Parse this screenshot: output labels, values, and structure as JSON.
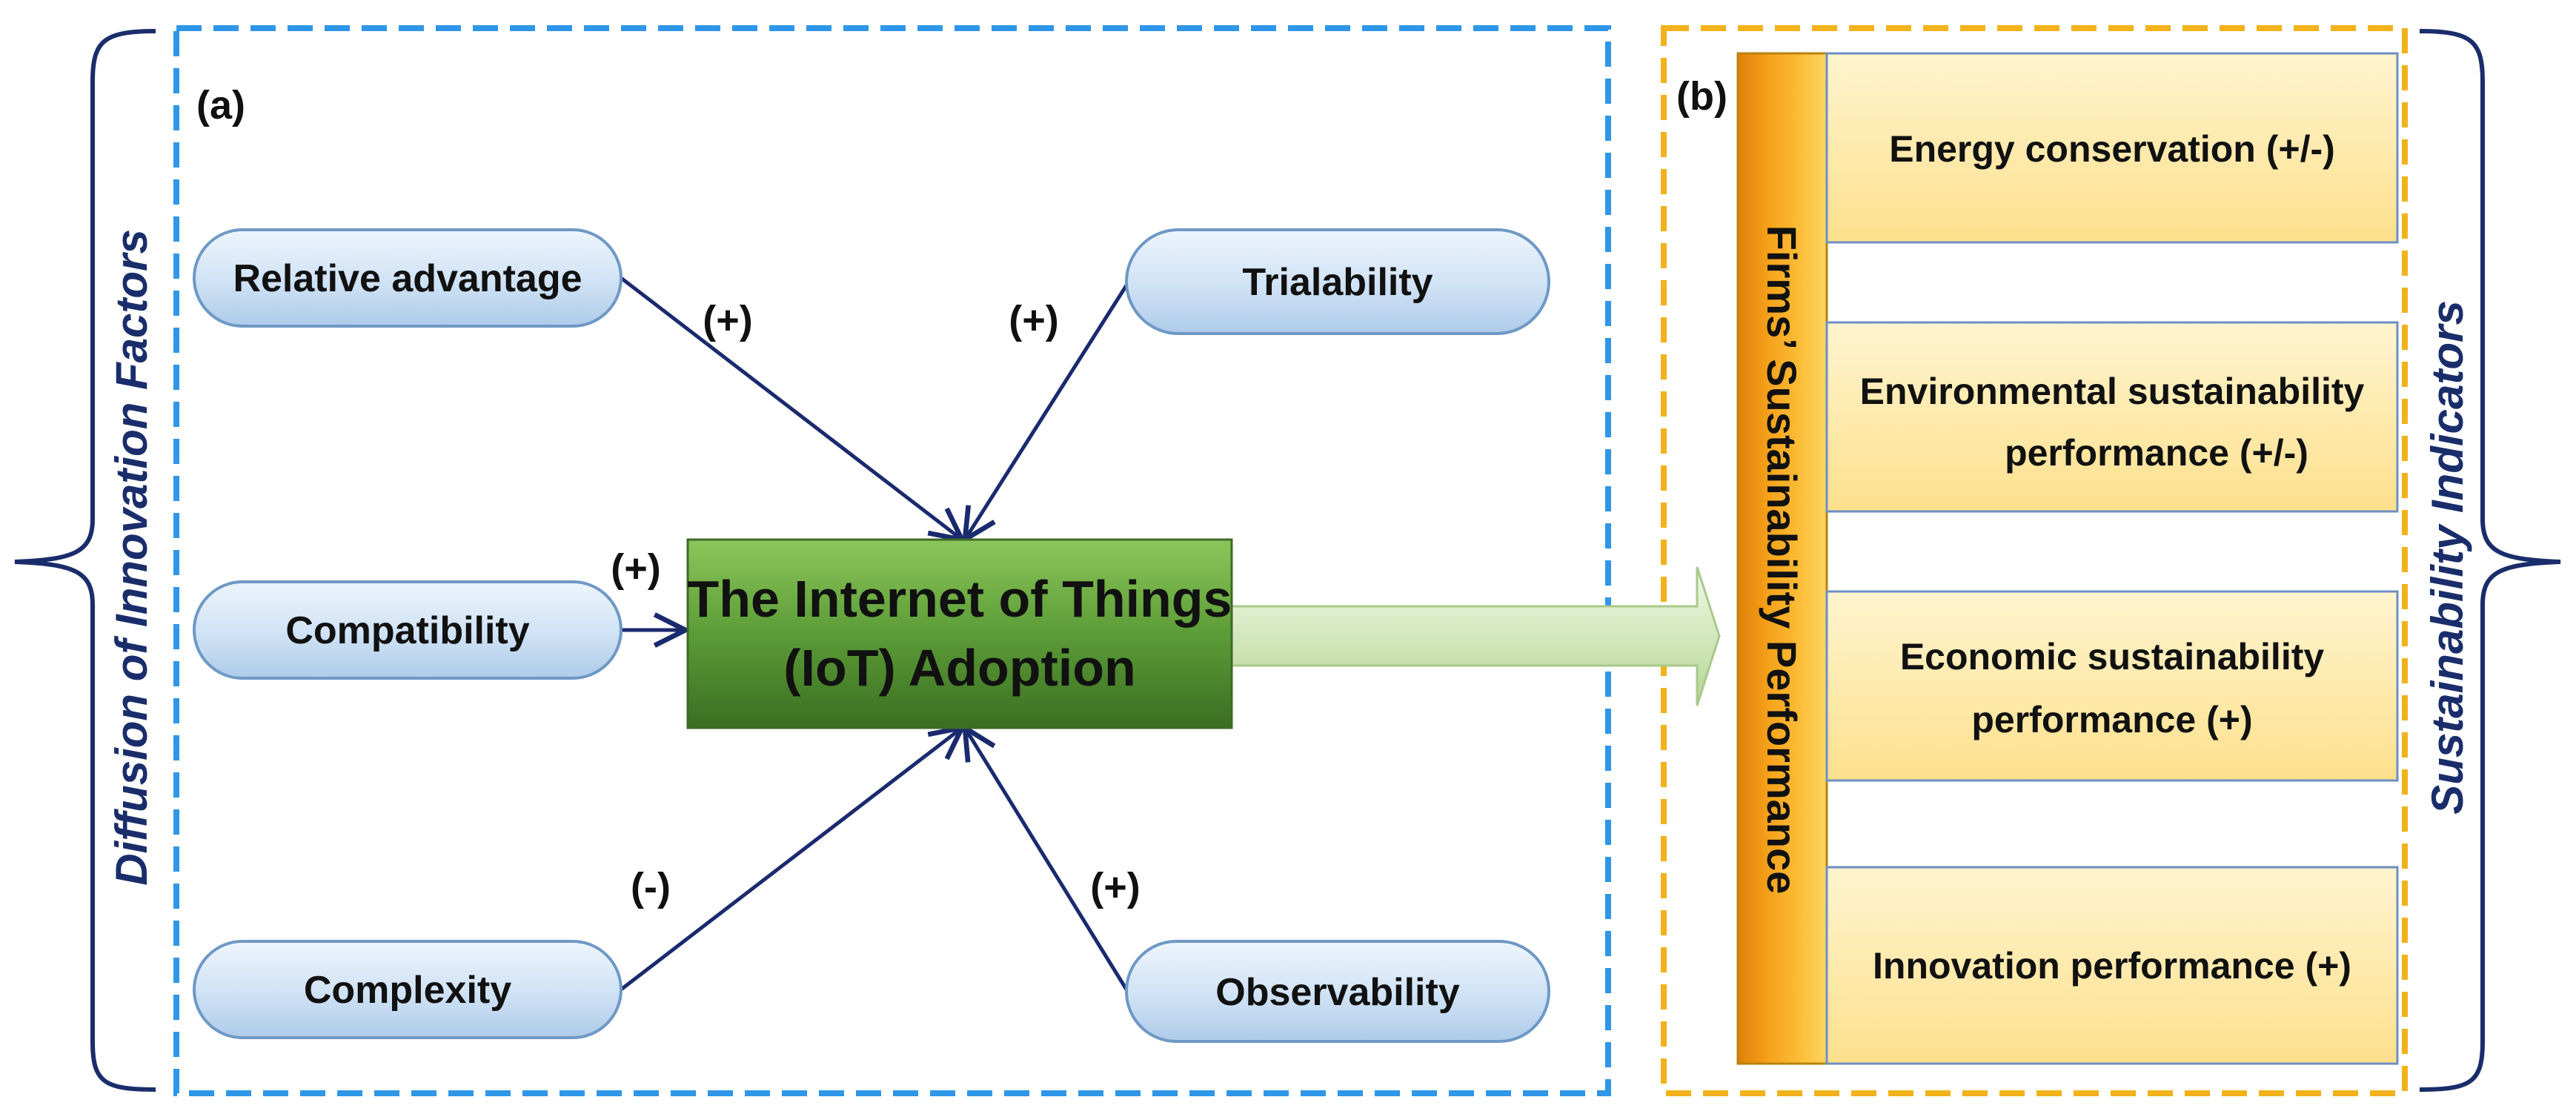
{
  "panel_a": {
    "label": "(a)",
    "side_title": "Diffusion of Innovation Factors",
    "factors": {
      "relative_advantage": {
        "label": "Relative advantage",
        "sign": "(+)"
      },
      "compatibility": {
        "label": "Compatibility",
        "sign": "(+)"
      },
      "complexity": {
        "label": "Complexity",
        "sign": "(-)"
      },
      "trialability": {
        "label": "Trialability",
        "sign": "(+)"
      },
      "observability": {
        "label": "Observability",
        "sign": "(+)"
      }
    },
    "center": {
      "line1": "The Internet of Things",
      "line2": "(IoT) Adoption"
    }
  },
  "panel_b": {
    "label": "(b)",
    "vertical_title": "Firms’ Sustainability Performance",
    "side_title": "Sustainability Indicators",
    "indicators": [
      {
        "line1": "Energy conservation (+/-)",
        "line2": ""
      },
      {
        "line1": "Environmental sustainability",
        "line2": "performance (+/-)"
      },
      {
        "line1": "Economic sustainability",
        "line2": "performance (+)"
      },
      {
        "line1": "Innovation performance (+)",
        "line2": ""
      }
    ]
  },
  "colors": {
    "panel_a_border": "#2f96e8",
    "panel_b_border": "#f2b21b",
    "brace": "#1a2d6b",
    "arrow": "#1b2a6e",
    "iot_box": "#4f8f34",
    "indicator_box": "#fde79b",
    "vertical_bar": "#f5a81c"
  }
}
